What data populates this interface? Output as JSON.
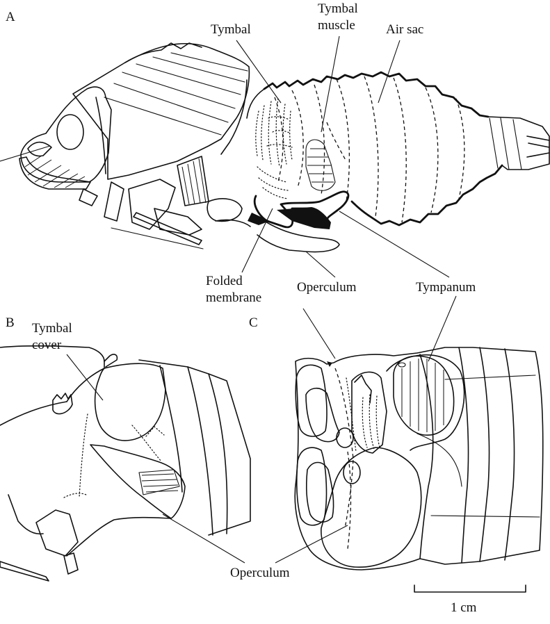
{
  "panels": {
    "a": "A",
    "b": "B",
    "c": "C"
  },
  "labels": {
    "tymbal": "Tymbal",
    "tymbal_muscle_1": "Tymbal",
    "tymbal_muscle_2": "muscle",
    "air_sac": "Air sac",
    "folded_membrane_1": "Folded",
    "folded_membrane_2": "membrane",
    "operculum_a": "Operculum",
    "tympanum": "Tympanum",
    "tymbal_cover_1": "Tymbal",
    "tymbal_cover_2": "cover",
    "operculum_bc": "Operculum"
  },
  "scale_bar": {
    "label": "1 cm"
  }
}
